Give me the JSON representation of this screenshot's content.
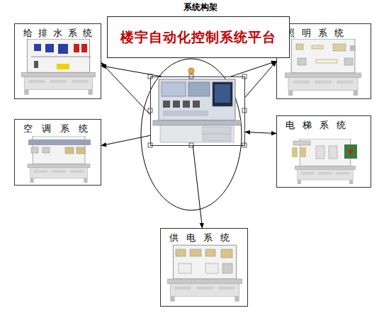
{
  "diagram": {
    "title": "系统构架",
    "nodes": [
      {
        "text": [
          "楼宇自动化控制系统平台"
        ]
      },
      {
        "text": [
          "给排水系统"
        ]
      },
      {
        "text": [
          "照明系统"
        ]
      },
      {
        "text": [
          "空调系统"
        ]
      },
      {
        "text": [
          "电梯系统"
        ]
      },
      {
        "text": [
          "供电系统"
        ]
      }
    ],
    "edges": [
      {
        "from": 0,
        "to": 1,
        "arrow": "to"
      },
      {
        "from": 0,
        "to": 1,
        "arrow": "to"
      },
      {
        "from": 0,
        "to": 2,
        "arrow": "to"
      },
      {
        "from": 0,
        "to": 2,
        "arrow": "to"
      },
      {
        "from": 0,
        "to": 3,
        "arrow": "to"
      },
      {
        "from": 0,
        "to": 4,
        "arrow": "both"
      },
      {
        "from": 0,
        "to": 5,
        "arrow": "to"
      }
    ]
  }
}
